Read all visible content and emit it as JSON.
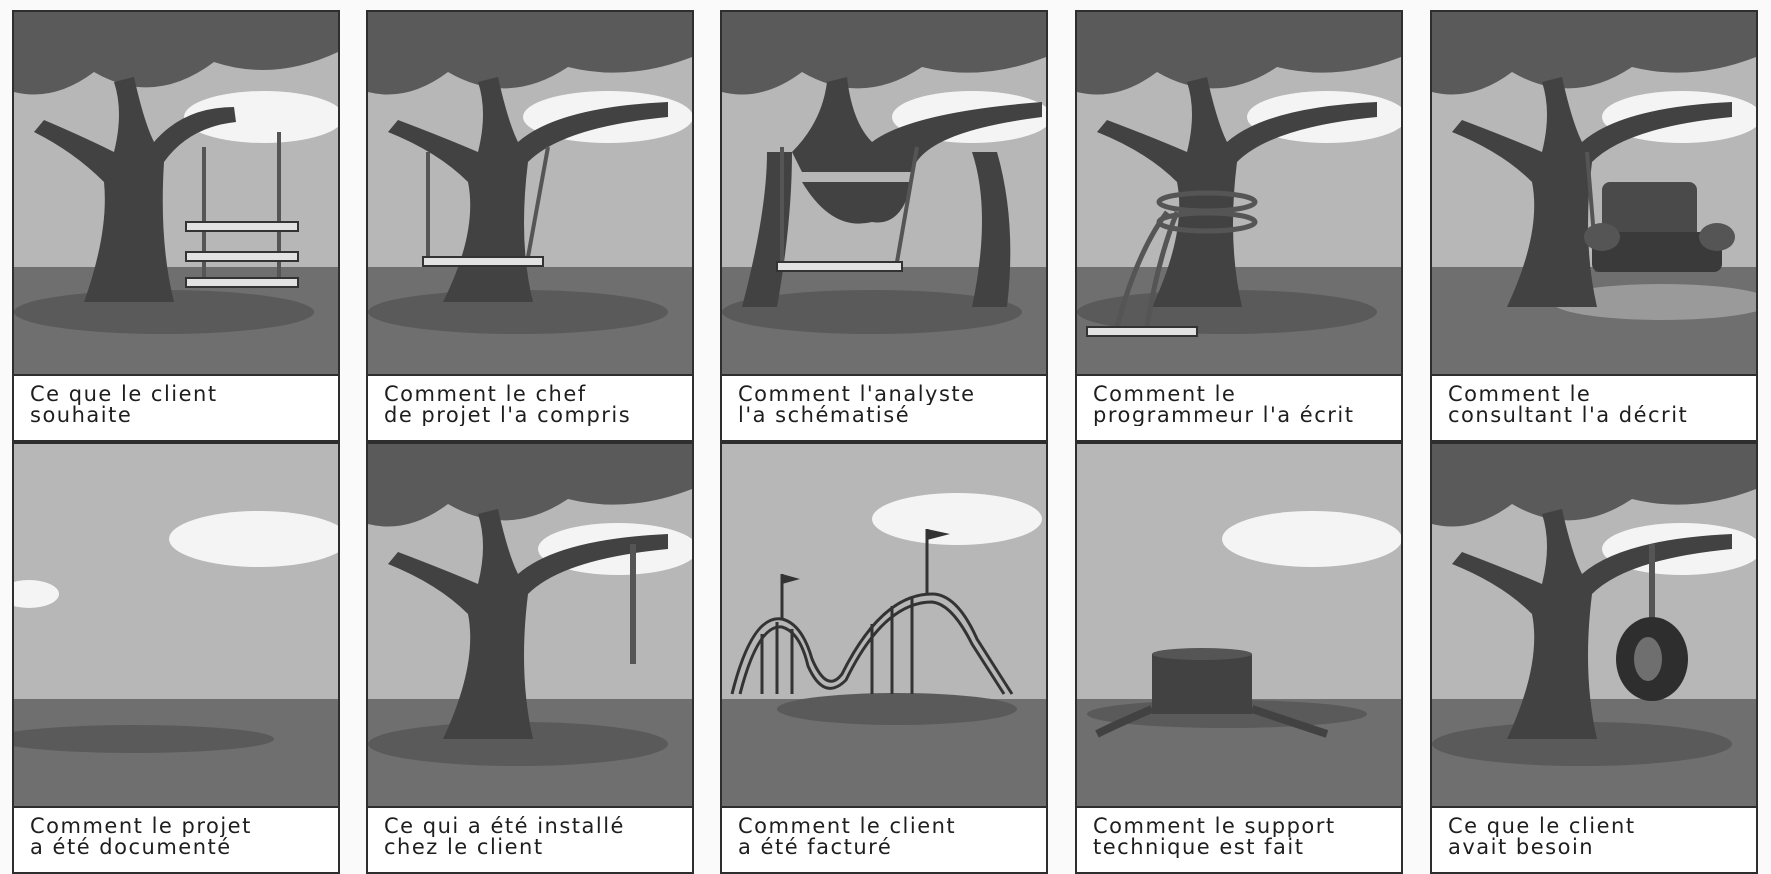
{
  "panels": [
    {
      "id": "p1",
      "caption": [
        "Ce que le client",
        "souhaite"
      ]
    },
    {
      "id": "p2",
      "caption": [
        "Comment le chef",
        "de projet l'a compris"
      ]
    },
    {
      "id": "p3",
      "caption": [
        "Comment l'analyste",
        "l'a schématisé"
      ]
    },
    {
      "id": "p4",
      "caption": [
        "Comment le",
        "programmeur l'a écrit"
      ]
    },
    {
      "id": "p5",
      "caption": [
        "Comment le",
        "consultant l'a décrit"
      ]
    },
    {
      "id": "p6",
      "caption": [
        "Comment le projet",
        "a été documenté"
      ]
    },
    {
      "id": "p7",
      "caption": [
        "Ce qui a été installé",
        "chez le client"
      ]
    },
    {
      "id": "p8",
      "caption": [
        "Comment le client",
        "a été facturé"
      ]
    },
    {
      "id": "p9",
      "caption": [
        "Comment le support",
        "technique est fait"
      ]
    },
    {
      "id": "p10",
      "caption": [
        "Ce que le client",
        "avait besoin"
      ]
    }
  ],
  "colors": {
    "sky": "#b7b7b7",
    "ground": "#6f6f6f",
    "tree": "#424242",
    "foliage": "#5a5a5a",
    "cloud": "#f4f4f4",
    "rope": "#555555",
    "seat": "#e2e2e2"
  },
  "icons": [
    "tree-swing-icon",
    "tire-swing-icon",
    "roller-coaster-icon",
    "tree-stump-icon",
    "armchair-icon"
  ]
}
